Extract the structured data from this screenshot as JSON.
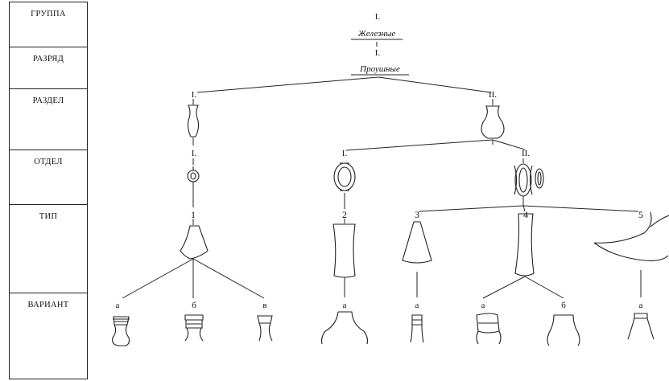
{
  "sidebar": {
    "levels": [
      "ГРУППА",
      "РАЗРЯД",
      "РАЗДЕЛ",
      "ОТДЕЛ",
      "ТИП",
      "ВАРИАНТ"
    ]
  },
  "tree": {
    "group": {
      "numeral": "I.",
      "name": "Железные"
    },
    "rank": {
      "numeral": "I.",
      "name": "Проушные"
    },
    "sections": [
      "I.",
      "II."
    ],
    "departments": [
      "I.",
      "I.",
      "II."
    ],
    "types": [
      "1",
      "2",
      "3",
      "4",
      "5"
    ],
    "variants": [
      "а",
      "б",
      "в",
      "а",
      "а",
      "а",
      "б",
      "а"
    ]
  }
}
